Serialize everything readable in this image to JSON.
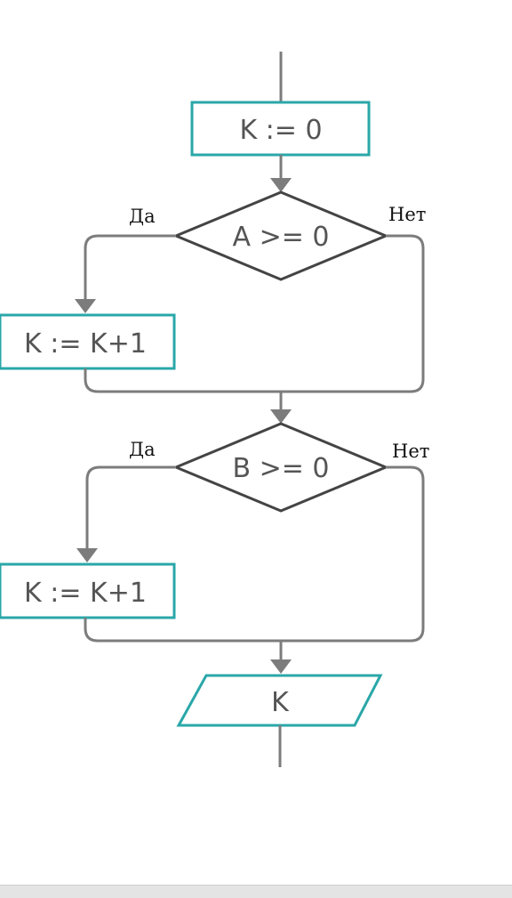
{
  "flowchart": {
    "init_block": "K := 0",
    "decision_1": {
      "condition": "A >= 0",
      "yes_label": "Да",
      "no_label": "Нет",
      "action": "K := K+1"
    },
    "decision_2": {
      "condition": "B >= 0",
      "yes_label": "Да",
      "no_label": "Нет",
      "action": "K := K+1"
    },
    "output_block": "K"
  },
  "colors": {
    "process_border": "#2aa7a8",
    "decision_border": "#444444",
    "connector": "#7c7c7c",
    "box_text": "#555555"
  }
}
